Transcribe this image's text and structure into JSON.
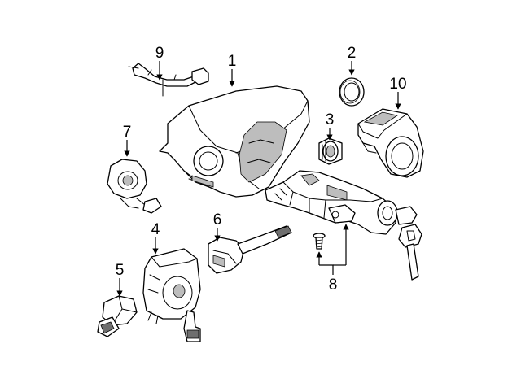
{
  "callouts": [
    {
      "id": "part-1",
      "label": "1"
    },
    {
      "id": "part-2",
      "label": "2"
    },
    {
      "id": "part-3",
      "label": "3"
    },
    {
      "id": "part-4",
      "label": "4"
    },
    {
      "id": "part-5",
      "label": "5"
    },
    {
      "id": "part-6",
      "label": "6"
    },
    {
      "id": "part-7",
      "label": "7"
    },
    {
      "id": "part-8",
      "label": "8"
    },
    {
      "id": "part-9",
      "label": "9"
    },
    {
      "id": "part-10",
      "label": "10"
    }
  ],
  "colors": {
    "line": "#000000",
    "background": "#ffffff",
    "shading": "#bdbdbd"
  }
}
